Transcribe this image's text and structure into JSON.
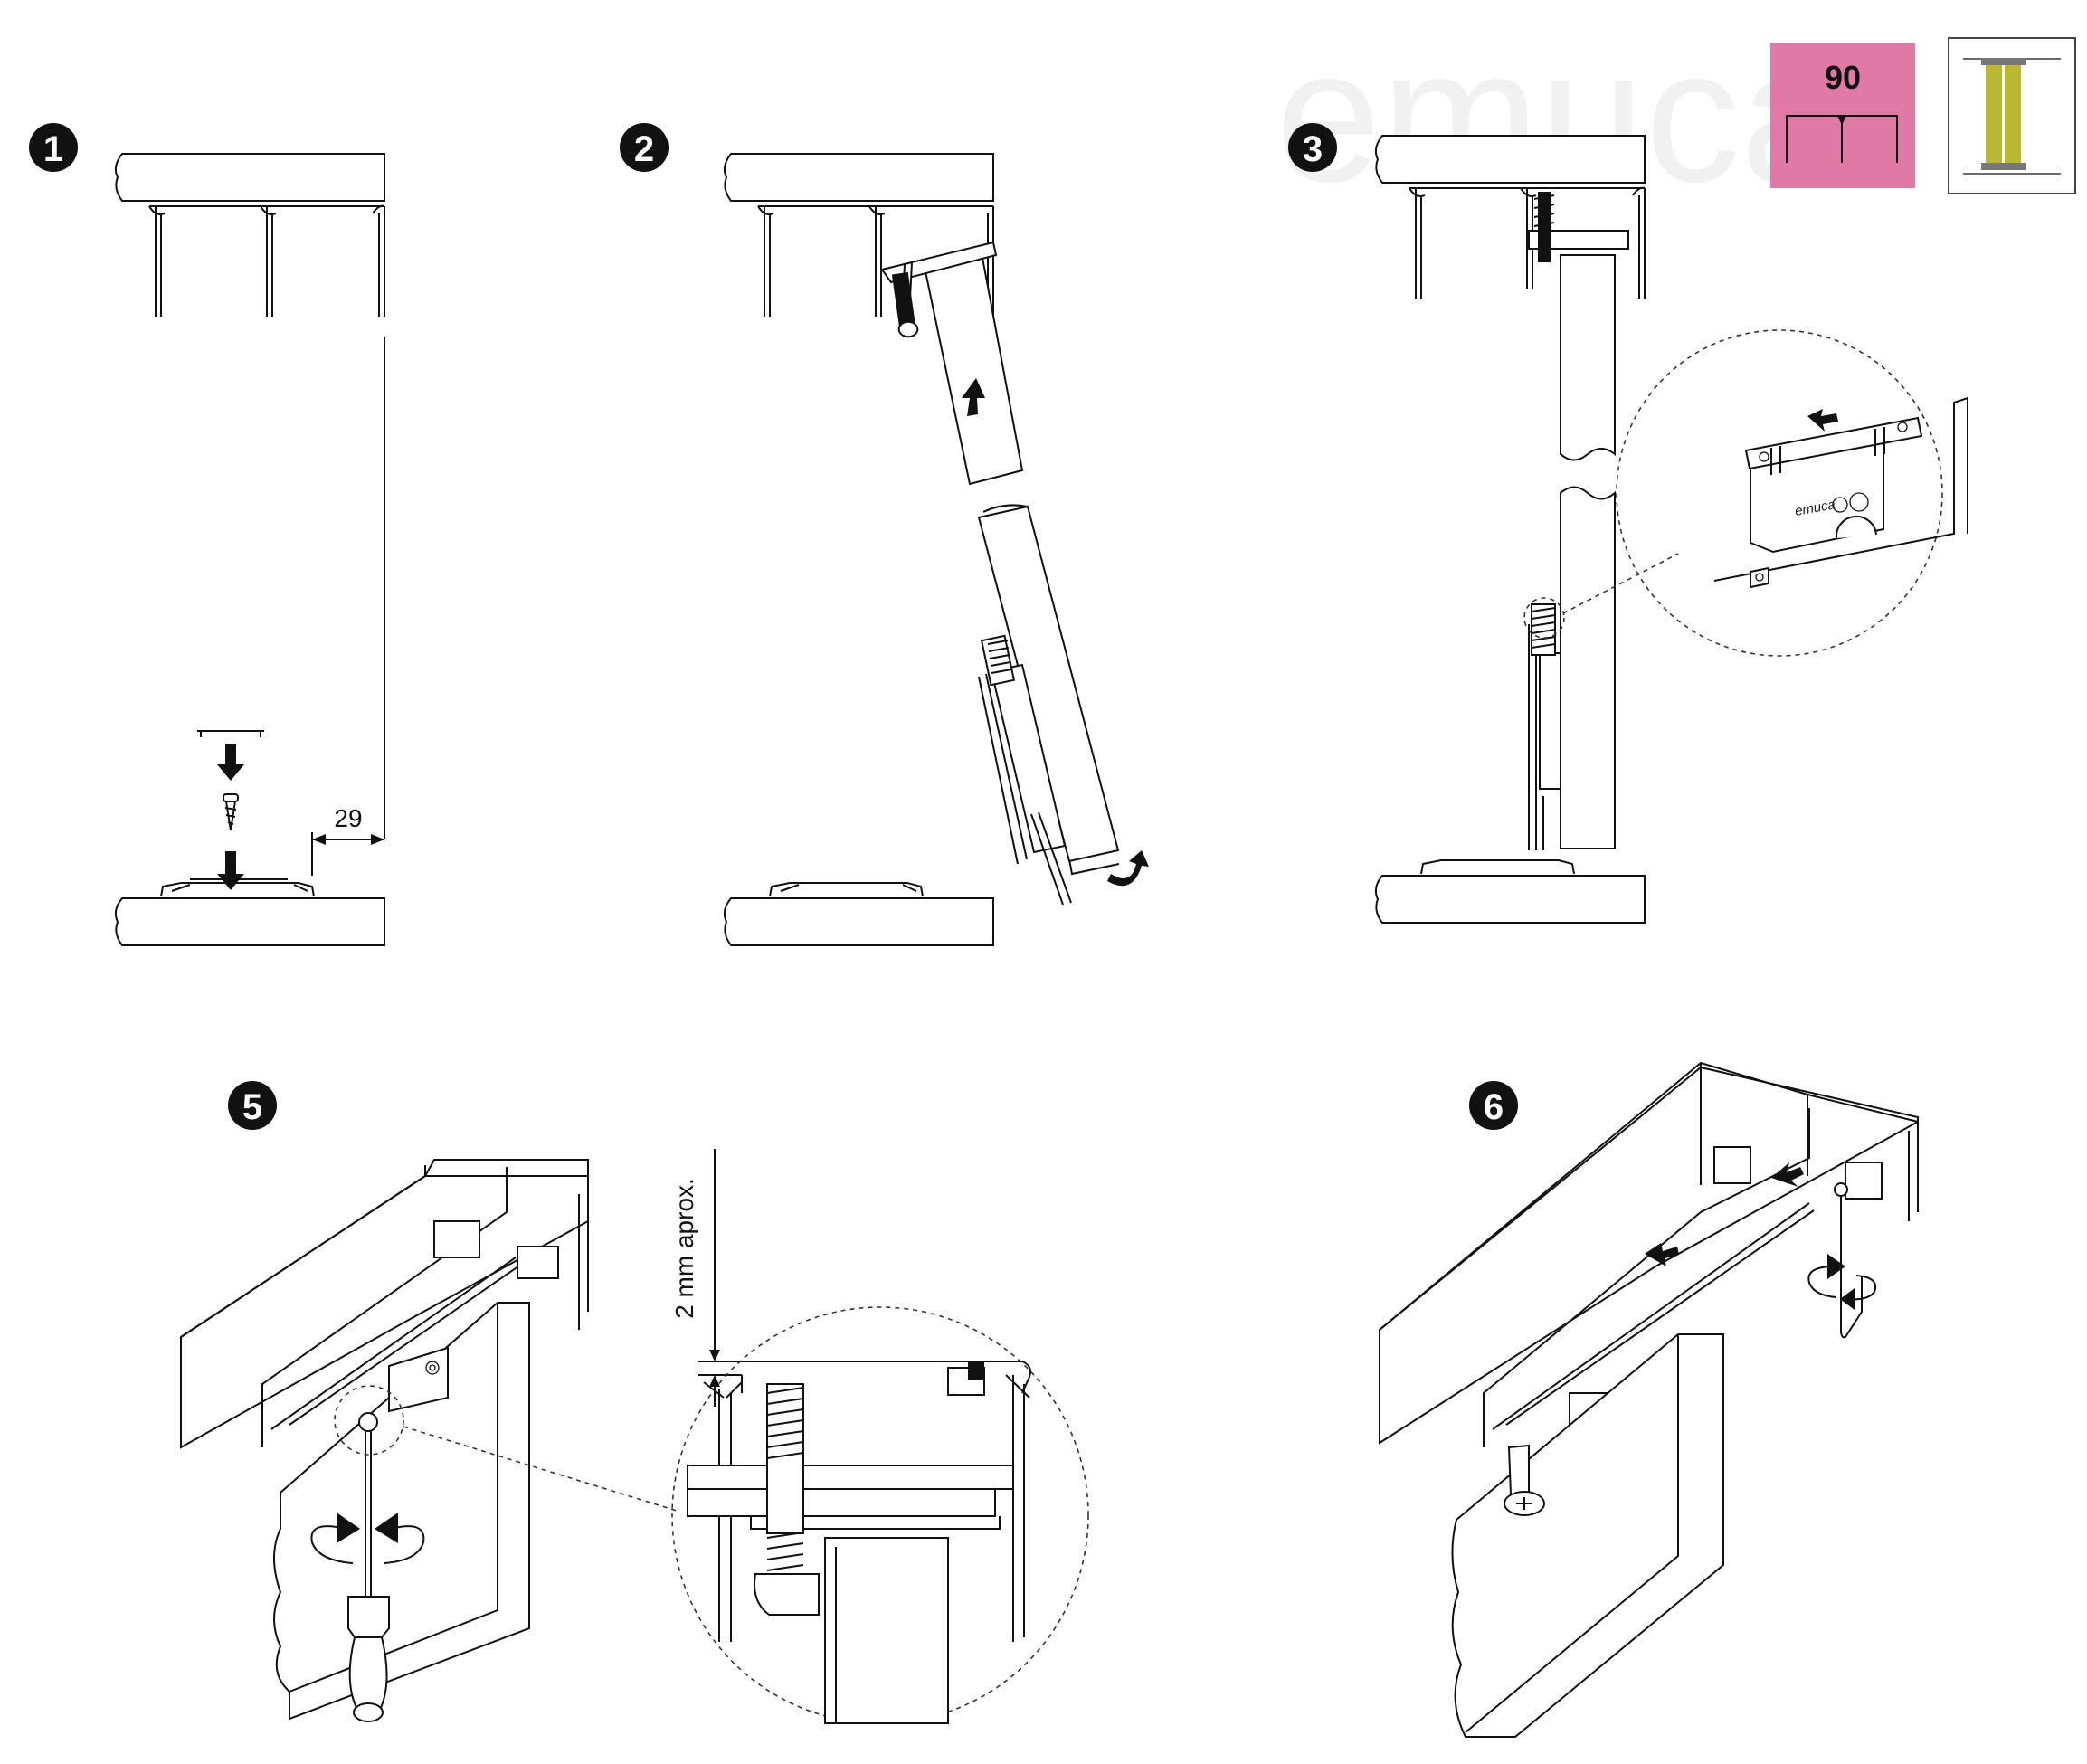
{
  "watermark": "emuca",
  "badge": {
    "value": "90",
    "bg_color": "#de7aa5",
    "accent_color": "#b9b830"
  },
  "steps": [
    {
      "number": "1"
    },
    {
      "number": "2"
    },
    {
      "number": "3"
    },
    {
      "number": "5"
    },
    {
      "number": "6"
    }
  ],
  "step1": {
    "dimension": "29"
  },
  "step3": {
    "detail_brand": "emuca"
  },
  "step5": {
    "dimension": "2 mm aprox."
  }
}
